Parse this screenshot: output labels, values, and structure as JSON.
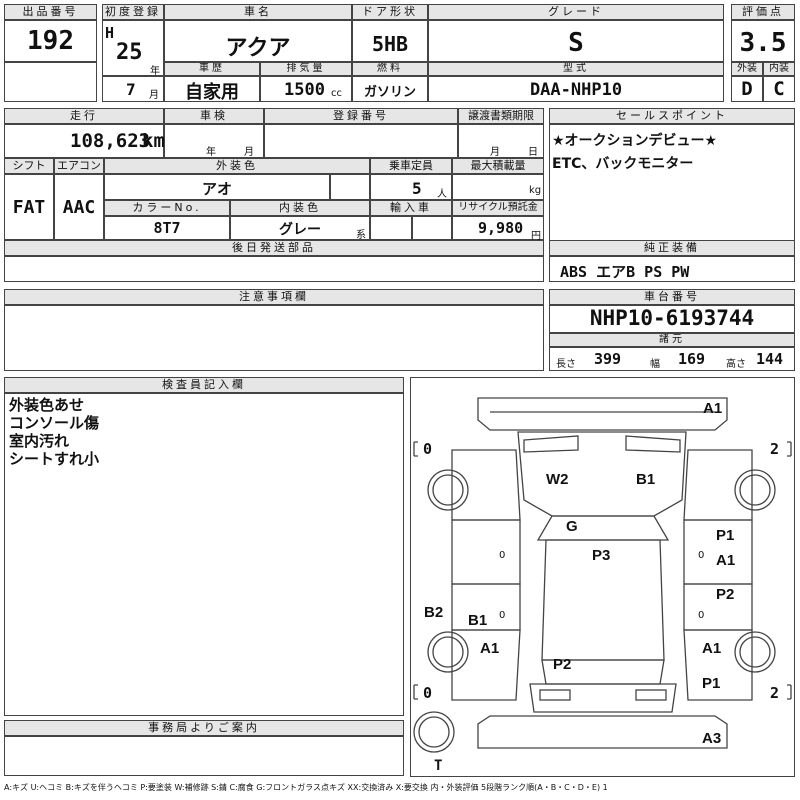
{
  "labels": {
    "lot_no": "出品番号",
    "first_reg": "初度登録",
    "car_name": "車名",
    "door": "ドア形状",
    "grade": "グレード",
    "score": "評価点",
    "history": "車歴",
    "displacement": "排気量",
    "fuel": "燃料",
    "model": "型式",
    "exterior": "外装",
    "interior": "内装",
    "mileage": "走行",
    "inspection": "車検",
    "reg_no": "登録番号",
    "transfer_deadline": "譲渡書類期限",
    "sales_point": "セールスポイント",
    "shift": "シフト",
    "aircon": "エアコン",
    "ext_color": "外装色",
    "capacity": "乗車定員",
    "max_load": "最大積載量",
    "color_no": "カラーNo.",
    "int_color": "内装色",
    "import": "輸入車",
    "recycle": "リサイクル預託金",
    "later_parts": "後日発送部品",
    "genuine_equipment": "純正装備",
    "notes": "注意事項欄",
    "chassis_no": "車台番号",
    "specs": "諸元",
    "inspector": "検査員記入欄",
    "office_info": "事務局よりご案内",
    "length": "長さ",
    "width": "幅",
    "height": "高さ"
  },
  "units": {
    "year": "年",
    "month": "月",
    "cc": "cc",
    "km": "km",
    "persons": "人",
    "kg": "kg",
    "yen": "円",
    "kei": "系",
    "y_short": "年",
    "m_short": "月"
  },
  "values": {
    "lot_no": "192",
    "era": "H",
    "reg_year": "25",
    "reg_month": "7",
    "car_name": "アクア",
    "door": "5HB",
    "grade": "S",
    "score": "3.5",
    "history": "自家用",
    "displacement": "1500",
    "fuel": "ガソリン",
    "model": "DAA-NHP10",
    "exterior": "D",
    "interior": "C",
    "mileage": "108,623",
    "shift": "FAT",
    "aircon": "AAC",
    "ext_color": "アオ",
    "capacity": "5",
    "color_no": "8T7",
    "int_color": "グレー",
    "recycle": "9,980",
    "chassis_no": "NHP10-6193744",
    "length": "399",
    "width": "169",
    "height": "144"
  },
  "sales_points": [
    "★オークションデビュー★",
    "ETC、バックモニター"
  ],
  "equipment": "ABS エアB PS PW",
  "inspector_notes": [
    "外装色あせ",
    "コンソール傷",
    "室内汚れ",
    "シートすれ小"
  ],
  "tires": {
    "fl": "0",
    "fr": "2",
    "rl": "0",
    "rr": "2",
    "spare": "T"
  },
  "damage": {
    "a1_top": "A1",
    "w2": "W2",
    "b1_hood": "B1",
    "g": "G",
    "p3": "P3",
    "p1_r": "P1",
    "a1_r": "A1",
    "p2_r": "P2",
    "b2_l": "B2",
    "b1_l": "B1",
    "a1_l": "A1",
    "a1_rr": "A1",
    "p2_c": "P2",
    "p1_rr": "P1",
    "a3": "A3"
  },
  "door_marks": {
    "left_front": "0",
    "left_rear": "0",
    "right_front": "0",
    "right_rear": "0"
  },
  "legend": "A:キズ U:ヘコミ B:キズを伴うヘコミ P:要塗装 W:補修跡 S:錆 C:腐食 G:フロントガラス点キズ XX:交換済み X:要交換 内・外装評価 5段階ランク順(A・B・C・D・E) 1"
}
